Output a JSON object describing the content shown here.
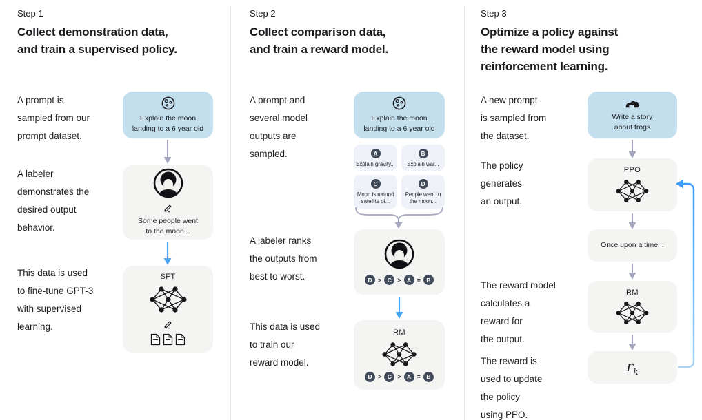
{
  "colors": {
    "prompt_box": "#c3dfee",
    "panel_box": "#f4f4f2",
    "output_card": "#eef2f8",
    "badge": "#424b5a",
    "arrow_gray": "#a5a8bf",
    "arrow_blue": "#47a6f8"
  },
  "icons": [
    "moon-icon",
    "person-avatar-icon",
    "pencil-icon",
    "document-icon",
    "neural-network-icon",
    "frog-icon"
  ],
  "steps": [
    {
      "label": "Step 1",
      "title": "Collect demonstration data,\nand train a supervised policy.",
      "captions": [
        "A prompt is\nsampled from our\nprompt dataset.",
        "A labeler\ndemonstrates the\ndesired output\nbehavior.",
        "This data is used\nto fine-tune GPT-3\nwith supervised\nlearning."
      ],
      "prompt": "Explain the moon\nlanding to a 6 year old",
      "demonstration": "Some people went\nto the moon...",
      "model_label": "SFT"
    },
    {
      "label": "Step 2",
      "title": "Collect comparison data,\nand train a reward model.",
      "captions": [
        "A prompt and\nseveral model\noutputs are\nsampled.",
        "A labeler ranks\nthe outputs from\nbest to worst.",
        "This data is used\nto train our\nreward model."
      ],
      "prompt": "Explain the moon\nlanding to a 6 year old",
      "outputs": [
        {
          "badge": "A",
          "text": "Explain gravity..."
        },
        {
          "badge": "B",
          "text": "Explain war..."
        },
        {
          "badge": "C",
          "text": "Moon is natural\nsatellite of..."
        },
        {
          "badge": "D",
          "text": "People went to\nthe moon..."
        }
      ],
      "ranking": {
        "badges": [
          "D",
          "C",
          "A",
          "B"
        ],
        "separators": [
          ">",
          ">",
          "="
        ]
      },
      "model_label": "RM"
    },
    {
      "label": "Step 3",
      "title": "Optimize a policy against\nthe reward model using\nreinforcement learning.",
      "captions": [
        "A new prompt\nis sampled from\nthe dataset.",
        "The policy\ngenerates\nan output.",
        "The reward model\ncalculates a\nreward for\nthe output.",
        "The reward is\nused to update\nthe policy\nusing PPO."
      ],
      "prompt": "Write a story\nabout frogs",
      "policy_label": "PPO",
      "output_text": "Once upon a time...",
      "model_label": "RM",
      "reward_symbol": "r",
      "reward_subscript": "k"
    }
  ]
}
